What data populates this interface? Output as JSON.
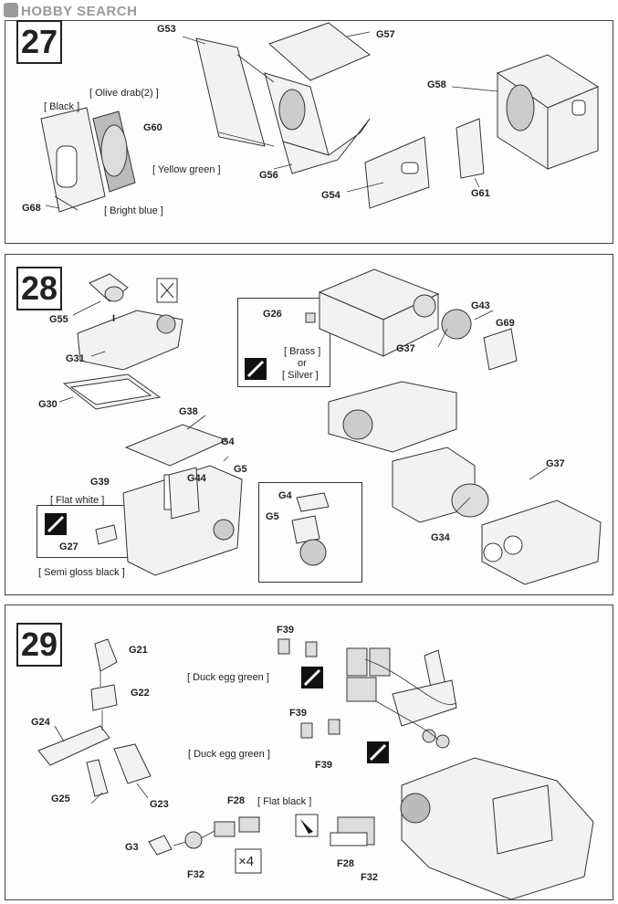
{
  "watermark": "HOBBY SEARCH",
  "steps": [
    {
      "number": "27",
      "parts": [
        "G53",
        "G57",
        "G58",
        "G60",
        "G56",
        "G61",
        "G54",
        "G68"
      ],
      "colors": [
        "[ Olive drab(2) ]",
        "[ Black ]",
        "[ Yellow green ]",
        "[ Bright blue ]"
      ]
    },
    {
      "number": "28",
      "parts": [
        "G55",
        "G31",
        "G30",
        "G26",
        "G43",
        "G69",
        "G37",
        "G38",
        "G4",
        "G39",
        "G44",
        "G5",
        "G27",
        "G4",
        "G5",
        "G37",
        "G34"
      ],
      "colors": [
        "[ Brass ]",
        "or",
        "[ Silver ]",
        "[ Flat white ]",
        "[ Semi gloss black ]"
      ],
      "marker": "I"
    },
    {
      "number": "29",
      "parts": [
        "G21",
        "G22",
        "G24",
        "G25",
        "G23",
        "F39",
        "F39",
        "F39",
        "F28",
        "F32",
        "G3",
        "F28",
        "F32"
      ],
      "colors": [
        "[ Duck egg green ]",
        "[ Duck egg green ]",
        "[ Flat black ]"
      ],
      "multiplier": "×4"
    }
  ]
}
